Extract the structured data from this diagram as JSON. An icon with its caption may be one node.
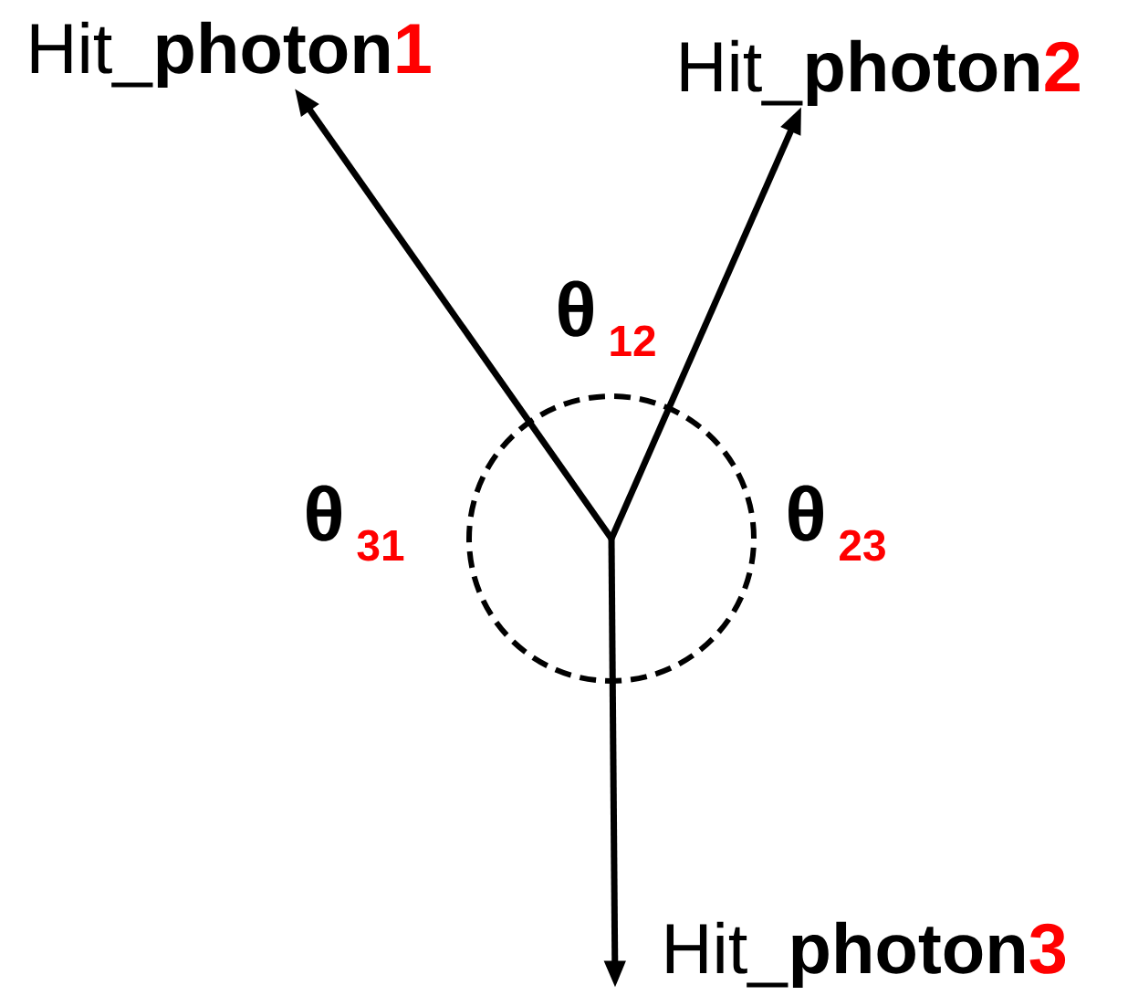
{
  "diagram": {
    "nodes": [
      {
        "text": [
          "Hit_**photon**",
          "1"
        ]
      },
      {
        "text": [
          "Hit_**photon**",
          "2"
        ]
      },
      {
        "text": [],
        "shape": "circle"
      },
      {
        "text": [
          "Hit_**photon**",
          "3"
        ]
      }
    ],
    "edges": [
      {
        "from": 2,
        "to": 0,
        "arrow": "to"
      },
      {
        "from": 2,
        "to": 1,
        "arrow": "to"
      },
      {
        "from": 2,
        "to": 3,
        "arrow": "to"
      }
    ],
    "labels": [
      "θ",
      "12",
      "θ",
      "31",
      "θ",
      "23"
    ]
  }
}
